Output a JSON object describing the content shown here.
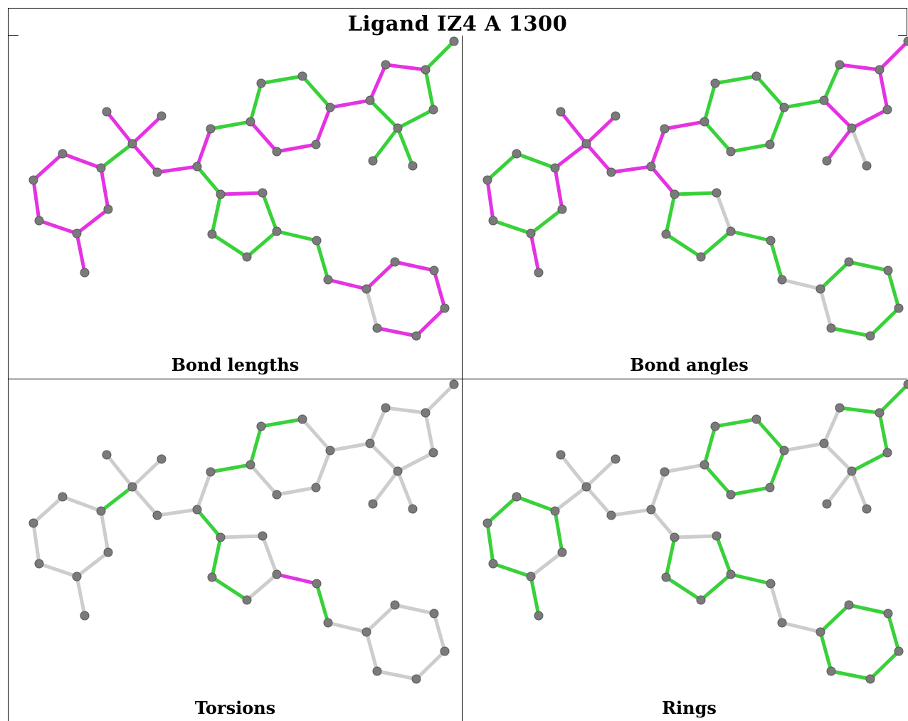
{
  "title": "Ligand IZ4 A 1300",
  "panels": [
    {
      "caption": "Bond lengths"
    },
    {
      "caption": "Bond angles"
    },
    {
      "caption": "Torsions"
    },
    {
      "caption": "Rings"
    }
  ],
  "colors": {
    "green": "#39d13a",
    "magenta": "#e433e3",
    "gray": "#cdcdcd",
    "atom": "#7a7a7a"
  },
  "bond_colors": {
    "bond_lengths": "mmmmmmmgmmmmmgggggmmmmmmggggggmggggggmmmmmm",
    "bond_angles": "mgmggmgmmmmmmmmggggggggmmmmmmwgwgggggwggggg",
    "torsions": "wwwwwwwgwwwwwggggwwwwwwwwwwwwwwwwggmgwwwwww",
    "rings": "ggggggwwwwwwwwwggggggwwggggwwwwgggggwwgggggg"
  }
}
